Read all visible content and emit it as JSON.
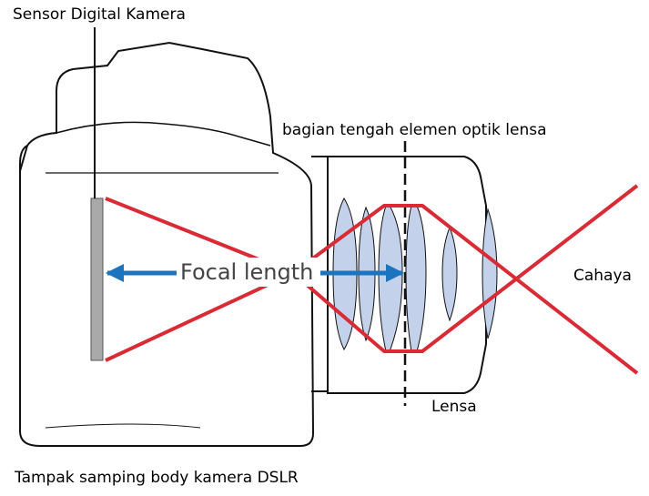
{
  "labels": {
    "sensor": "Sensor Digital Kamera",
    "optical_center": "bagian tengah elemen optik lensa",
    "focal_length": "Focal length",
    "light": "Cahaya",
    "lens": "Lensa",
    "caption": "Tampak samping body kamera DSLR"
  },
  "colors": {
    "light_rays": "#d92b35",
    "focal_arrow": "#1b74bd",
    "lens_element_fill": "#c3d1ea",
    "sensor_fill": "#a9a9a9",
    "outline": "#111111"
  }
}
